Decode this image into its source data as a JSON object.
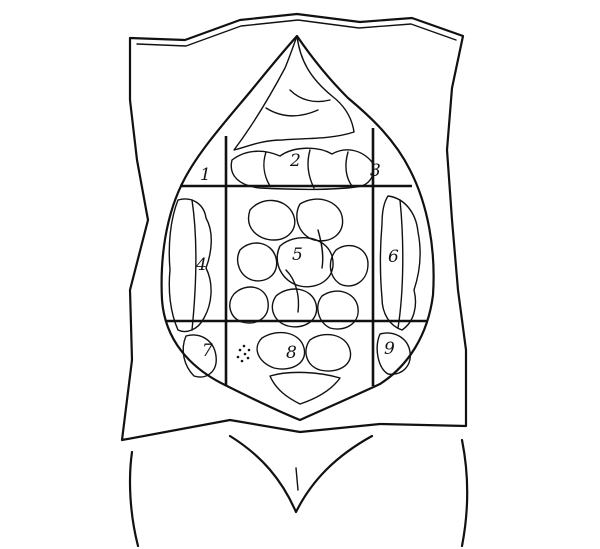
{
  "figure": {
    "region_labels": [
      "1",
      "2",
      "3",
      "4",
      "5",
      "6",
      "7",
      "8",
      "9"
    ],
    "colors": {
      "ink": "#111111",
      "paper": "#ffffff"
    }
  }
}
